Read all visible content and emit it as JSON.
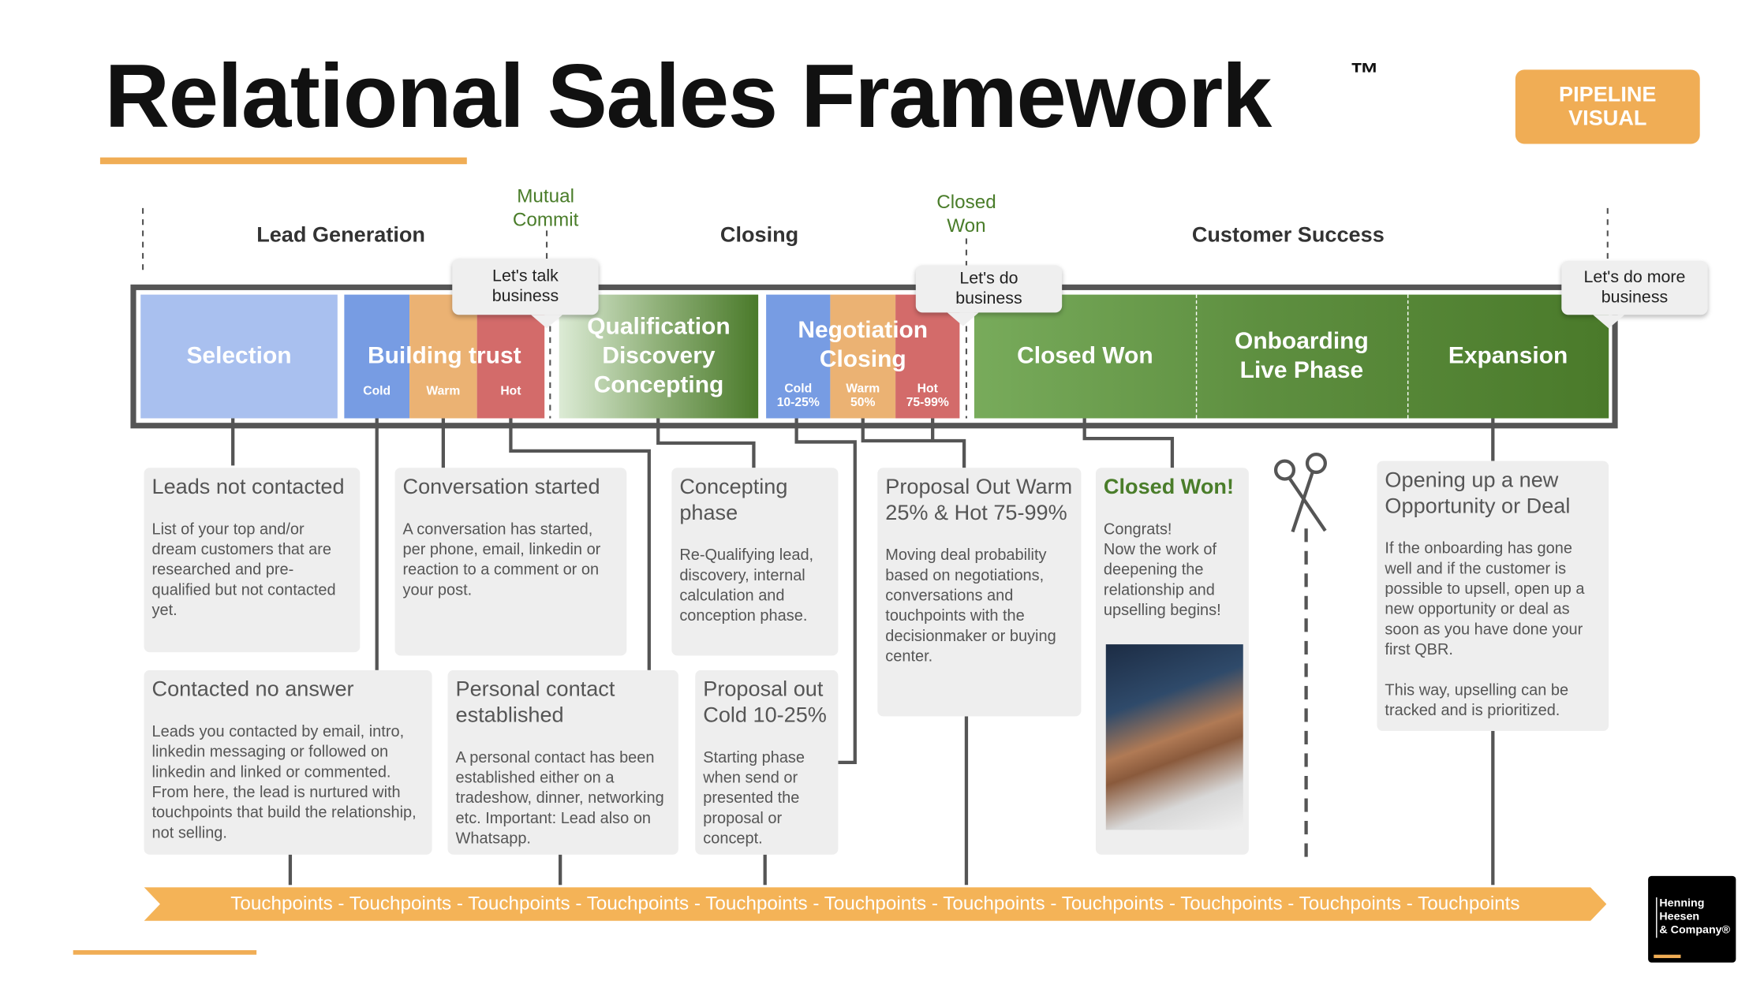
{
  "header": {
    "title": "Relational Sales Framework",
    "trademark": "™",
    "badge": [
      "PIPELINE",
      "VISUAL"
    ]
  },
  "sections": {
    "lead_generation": "Lead Generation",
    "closing": "Closing",
    "customer_success": "Customer Success"
  },
  "milestones": {
    "mutual_commit": [
      "Mutual",
      "Commit"
    ],
    "closed_won": [
      "Closed",
      "Won"
    ]
  },
  "callouts": {
    "talk": [
      "Let's talk",
      "business"
    ],
    "do": [
      "Let's do",
      "business"
    ],
    "more": [
      "Let's do more",
      "business"
    ]
  },
  "pipeline": {
    "selection": "Selection",
    "building_trust": "Building trust",
    "building_sub": [
      "Cold",
      "Warm",
      "Hot"
    ],
    "qualification": [
      "Qualification",
      "Discovery",
      "Concepting"
    ],
    "negotiation": [
      "Negotiation",
      "Closing"
    ],
    "negotiation_sub": [
      [
        "Cold",
        "10-25%"
      ],
      [
        "Warm",
        "50%"
      ],
      [
        "Hot",
        "75-99%"
      ]
    ],
    "closed_won": "Closed Won",
    "onboarding": [
      "Onboarding",
      "Live Phase"
    ],
    "expansion": "Expansion"
  },
  "cards": {
    "leads_not_contacted": {
      "title": "Leads not contacted",
      "body": "List of your top and/or dream customers that are researched and pre-qualified but not contacted yet."
    },
    "conversation_started": {
      "title": "Conversation started",
      "body": "A conversation has started, per phone, email, linkedin or reaction to a comment or on your post."
    },
    "concepting_phase": {
      "title": "Concepting phase",
      "body": "Re-Qualifying lead, discovery, internal calculation and conception phase."
    },
    "contacted_no_answer": {
      "title": "Contacted no answer",
      "body": "Leads you contacted by email, intro, linkedin messaging or followed on linkedin and linked or commented. From here, the lead is nurtured with touchpoints that build the relationship, not selling."
    },
    "personal_contact": {
      "title": "Personal contact established",
      "body": "A personal contact has been established either on a tradeshow, dinner, networking etc. Important: Lead also on Whatsapp."
    },
    "proposal_cold": {
      "title": "Proposal out Cold 10-25%",
      "body": "Starting phase when send or presented the proposal or concept."
    },
    "proposal_warm_hot": {
      "title": "Proposal Out Warm 25% & Hot 75-99%",
      "body": "Moving deal probability based on negotiations, conversations and touchpoints with the decisionmaker or buying center."
    },
    "closed_won": {
      "title": "Closed Won!",
      "body1": "Congrats!",
      "body2": "Now the work of deepening the relationship and upselling begins!"
    },
    "opening_new": {
      "title": "Opening up a new Opportunity or Deal",
      "body1": "If the onboarding has gone well and if the customer is possible to upsell, open up a new opportunity or deal as soon as you have done your first QBR.",
      "body2": "This way, upselling can be tracked and is prioritized."
    }
  },
  "touchpoints": "Touchpoints - Touchpoints - Touchpoints - Touchpoints - Touchpoints - Touchpoints - Touchpoints - Touchpoints - Touchpoints - Touchpoints - Touchpoints",
  "logo": [
    "Henning",
    "Heesen",
    "& Company®"
  ],
  "colors": {
    "accent": "#f0ad55",
    "green": "#4a7d2a",
    "cold": "#779ce3",
    "warm": "#ebb273",
    "hot": "#d36b6a",
    "selection": "#a9c0ef"
  }
}
